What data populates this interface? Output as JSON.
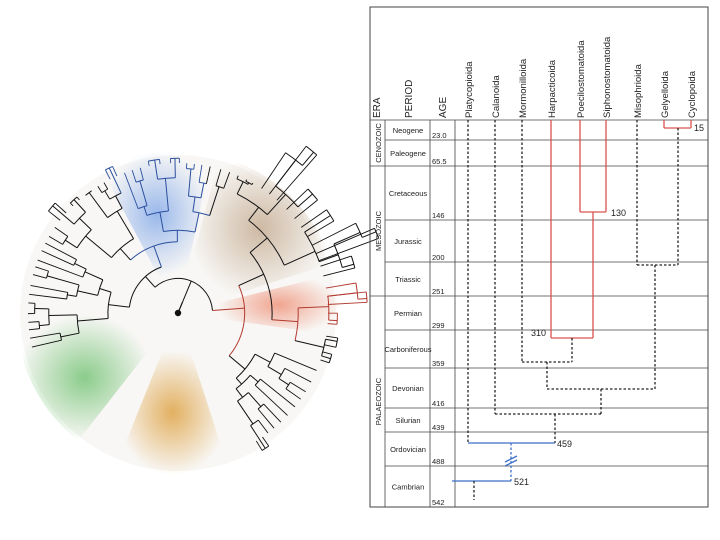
{
  "colors": {
    "red": "#d9534f",
    "blue": "#3d6fc8",
    "black": "#222222",
    "grid": "#444444",
    "tree_branch": "#111111",
    "highlight_blue": "#8fb1ea",
    "highlight_brown": "#c9b29a",
    "highlight_red": "#f0a08a",
    "highlight_green": "#7fc77f",
    "highlight_orange": "#e0a850",
    "green_branch": "#1f7a2a",
    "orange_branch": "#b56b12"
  },
  "timescale": {
    "headers": {
      "era": "ERA",
      "period": "PERIOD",
      "age": "AGE"
    },
    "eras": [
      {
        "name": "CENOZOIC"
      },
      {
        "name": "MESOZOIC"
      },
      {
        "name": "PALAEOZOIC"
      }
    ],
    "periods": [
      {
        "name": "Neogene",
        "age": "23.0"
      },
      {
        "name": "Paleogene",
        "age": "65.5"
      },
      {
        "name": "Cretaceous",
        "age": "146"
      },
      {
        "name": "Jurassic",
        "age": "200"
      },
      {
        "name": "Triassic",
        "age": "251"
      },
      {
        "name": "Permian",
        "age": "299"
      },
      {
        "name": "Carboniferous",
        "age": "359"
      },
      {
        "name": "Devonian",
        "age": "416"
      },
      {
        "name": "Silurian",
        "age": "439"
      },
      {
        "name": "Ordovician",
        "age": "488"
      },
      {
        "name": "Cambrian",
        "age": "542"
      }
    ]
  },
  "taxa": [
    "Platycopioida",
    "Calanoida",
    "Mormonilloida",
    "Harpacticoida",
    "Poecilostomatoida",
    "Siphonostomatoida",
    "Misophrioida",
    "Gelyelloida",
    "Cyclopoida"
  ],
  "node_ages": {
    "n15": "15",
    "n130": "130",
    "n310": "310",
    "n459": "459",
    "n521": "521"
  },
  "circular_tree": {
    "clades": [
      {
        "name": "blue"
      },
      {
        "name": "brown"
      },
      {
        "name": "red"
      },
      {
        "name": "orange"
      },
      {
        "name": "green"
      }
    ]
  }
}
